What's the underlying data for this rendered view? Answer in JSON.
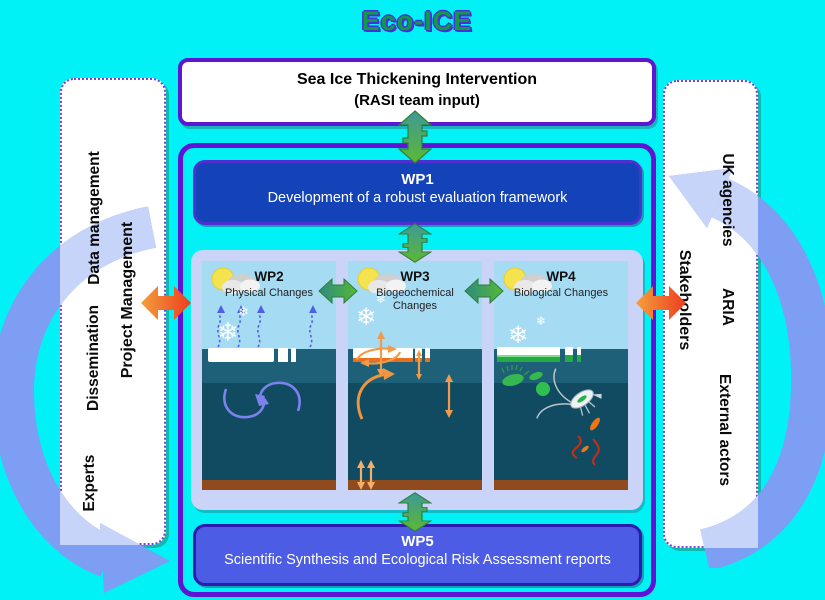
{
  "title": "Eco-ICE",
  "top_box": {
    "line1": "Sea Ice Thickening Intervention",
    "line2": "(RASI team input)"
  },
  "wp1": {
    "label": "WP1",
    "description": "Development of a robust evaluation framework"
  },
  "work_packages": [
    {
      "label": "WP2",
      "subtitle": "Physical Changes"
    },
    {
      "label": "WP3",
      "subtitle": "Biogeochemical Changes"
    },
    {
      "label": "WP4",
      "subtitle": "Biological Changes"
    }
  ],
  "wp5": {
    "label": "WP5",
    "description": "Scientific Synthesis and Ecological Risk Assessment reports"
  },
  "left_panel": {
    "labels": [
      "Data management",
      "Dissemination",
      "Experts"
    ],
    "inner_label": "Project Management"
  },
  "right_panel": {
    "labels": [
      "UK agencies",
      "ARIA",
      "External actors"
    ],
    "inner_label": "Stakeholders"
  },
  "icons": {
    "snowflake": "❄",
    "sun_cloud": "sun-with-cloud",
    "double_arrow_vertical": "teal-green-double-arrow",
    "double_arrow_horizontal": "teal-green-double-arrow",
    "double_arrow_orange": "orange-red-double-arrow",
    "cycle_arrow": "blue-circular-arrow"
  },
  "colors": {
    "background": "#00f2f6",
    "container_border": "#6012d6",
    "top_box_border": "#5e17d0",
    "wp1_fill": "#1443b9",
    "wp5_fill": "#4c5ce4",
    "panels_box_fill": "#c9d4f8",
    "panel_sky": "#a6dbf4",
    "ocean_upper": "#1d6077",
    "ocean_deep": "#114b61",
    "seabed": "#8f4a1e",
    "green_arrow": "#55b835",
    "teal_arrow": "#2f8b80",
    "orange_arrow": "#ed3d1f",
    "cycle_arrow": "#7d9ef2",
    "title_green": "#0f9b47"
  }
}
